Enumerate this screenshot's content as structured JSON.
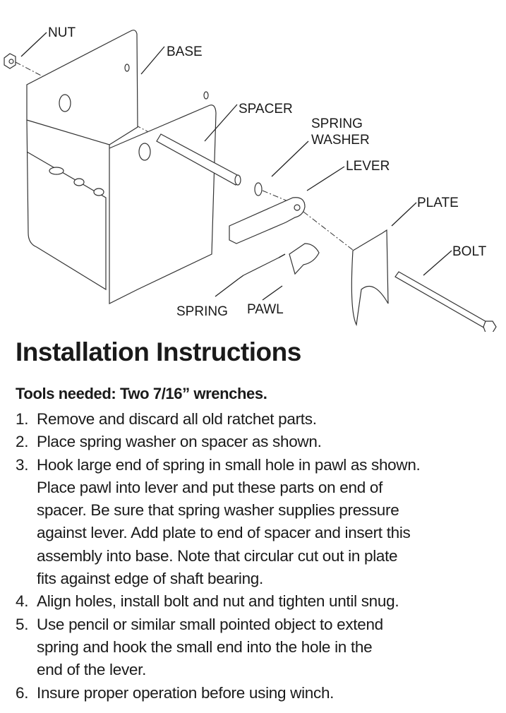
{
  "diagram": {
    "labels": {
      "nut": "NUT",
      "base": "BASE",
      "spacer": "SPACER",
      "spring_washer_1": "SPRING",
      "spring_washer_2": "WASHER",
      "lever": "LEVER",
      "plate": "PLATE",
      "bolt": "BOLT",
      "spring": "SPRING",
      "pawl": "PAWL"
    }
  },
  "title": "Installation Instructions",
  "tools": "Tools needed: Two 7/16” wrenches.",
  "steps": [
    {
      "num": "1.",
      "lines": [
        "Remove and discard all old ratchet parts."
      ]
    },
    {
      "num": "2.",
      "lines": [
        "Place spring washer on spacer as shown."
      ]
    },
    {
      "num": "3.",
      "lines": [
        "Hook large end of spring in small hole in pawl as shown.",
        "Place pawl into lever and put these parts on end of",
        "spacer. Be sure that spring washer supplies pressure",
        "against lever. Add plate to end of spacer and insert this",
        "assembly into base. Note that circular cut out in plate",
        "fits against edge of shaft bearing."
      ]
    },
    {
      "num": "4.",
      "lines": [
        "Align holes, install bolt and nut and tighten until snug."
      ]
    },
    {
      "num": "5.",
      "lines": [
        "Use pencil or similar small pointed object to extend",
        "spring and hook the small end into the hole in the",
        "end of the lever."
      ]
    },
    {
      "num": "6.",
      "lines": [
        "Insure proper operation before using winch."
      ]
    }
  ]
}
